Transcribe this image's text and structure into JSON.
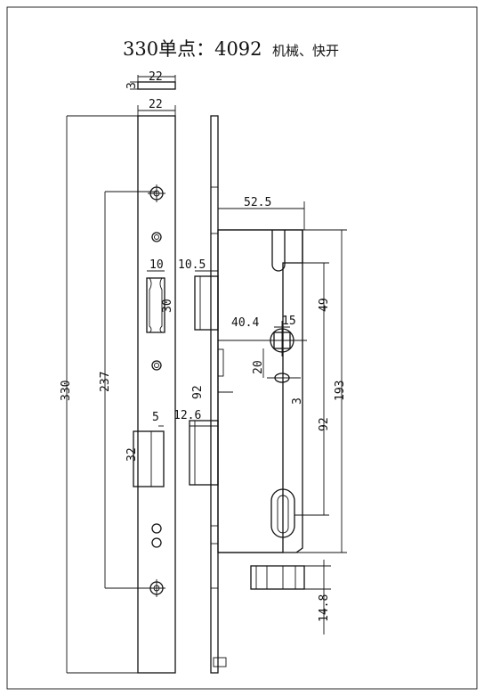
{
  "title": "330单点：4092",
  "subtitle": "机械、快开",
  "dimensions": {
    "plate_width_top": "22",
    "plate_thickness": "3",
    "plate_width": "22",
    "overall_height": "330",
    "hole_span": "237",
    "latch_slot_width": "10",
    "latch_slot_height": "30",
    "latch_width": "10.5",
    "backset": "52.5",
    "upper_offset": "49",
    "spindle_center": "40.4",
    "spindle_size": "15",
    "spindle_gap": "20",
    "spindle_small": "3",
    "body_height": "193",
    "center_distance": "92",
    "center_distance_left": "92",
    "deadbolt_slot_width": "5",
    "deadbolt_slot_height": "32",
    "deadbolt_width": "12.6",
    "strike_thickness": "14.8"
  }
}
